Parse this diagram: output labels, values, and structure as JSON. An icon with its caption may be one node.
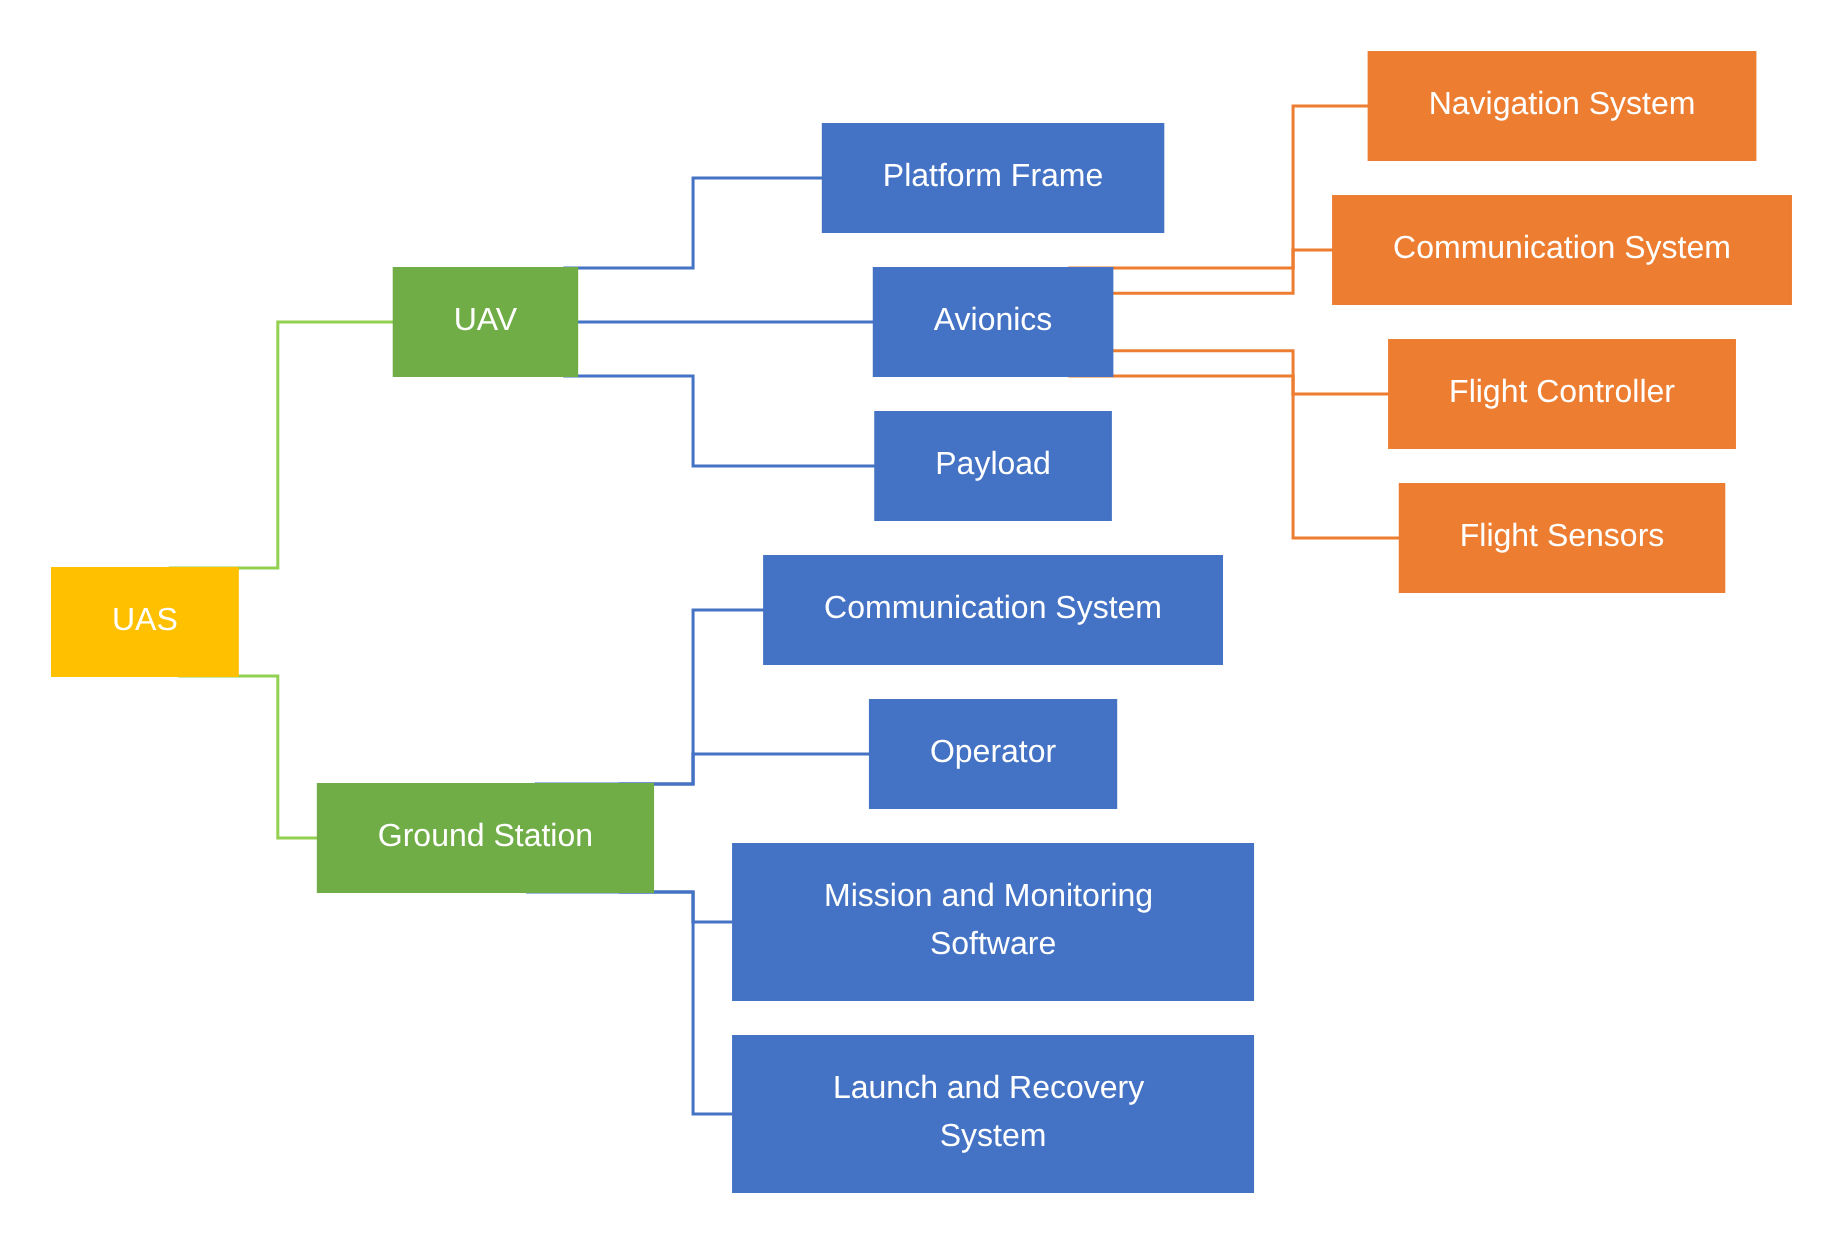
{
  "diagram": {
    "nodes": [
      {
        "text": [
          "UAS"
        ]
      },
      {
        "text": [
          "UAV"
        ]
      },
      {
        "text": [
          "Ground Station"
        ]
      },
      {
        "text": [
          "Platform Frame"
        ]
      },
      {
        "text": [
          "Avionics"
        ]
      },
      {
        "text": [
          "Payload"
        ]
      },
      {
        "text": [
          "Communication System"
        ]
      },
      {
        "text": [
          "Operator"
        ]
      },
      {
        "text": [
          "Mission and Monitoring Software"
        ]
      },
      {
        "text": [
          "Launch and Recovery System"
        ]
      },
      {
        "text": [
          "Navigation System"
        ]
      },
      {
        "text": [
          "Communication System"
        ]
      },
      {
        "text": [
          "Flight Controller"
        ]
      },
      {
        "text": [
          "Flight Sensors"
        ]
      }
    ],
    "edges": [
      {
        "from": 0,
        "to": 1,
        "arrow": "none",
        "color": "#92d050"
      },
      {
        "from": 0,
        "to": 2,
        "arrow": "none",
        "color": "#92d050"
      },
      {
        "from": 1,
        "to": 3,
        "arrow": "none"
      },
      {
        "from": 1,
        "to": 4,
        "arrow": "none"
      },
      {
        "from": 1,
        "to": 5,
        "arrow": "none"
      },
      {
        "from": 4,
        "to": 10,
        "arrow": "none",
        "color": "#ed7d31"
      },
      {
        "from": 4,
        "to": 11,
        "arrow": "none",
        "color": "#ed7d31"
      },
      {
        "from": 4,
        "to": 12,
        "arrow": "none",
        "color": "#ed7d31"
      },
      {
        "from": 4,
        "to": 13,
        "arrow": "none",
        "color": "#ed7d31"
      },
      {
        "from": 2,
        "to": 6,
        "arrow": "none"
      },
      {
        "from": 2,
        "to": 7,
        "arrow": "none"
      },
      {
        "from": 2,
        "to": 8,
        "arrow": "none"
      },
      {
        "from": 2,
        "to": 9,
        "arrow": "none"
      }
    ]
  }
}
